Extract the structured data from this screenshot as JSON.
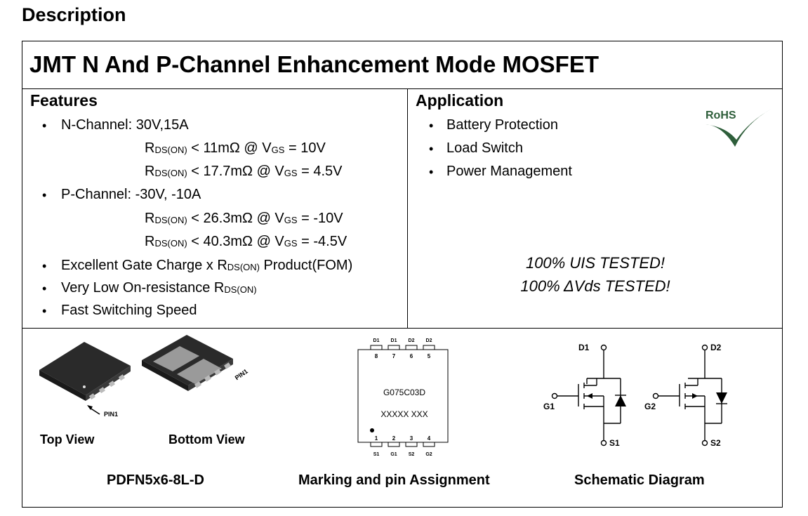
{
  "heading": "Description",
  "title": "JMT N And P-Channel Enhancement Mode MOSFET",
  "features": {
    "title": "Features",
    "n_channel": "N-Channel: 30V,15A",
    "n_r1": "< 11mΩ @ V",
    "n_r1_tail": " = 10V",
    "n_r2": "< 17.7mΩ @ V",
    "n_r2_tail": " = 4.5V",
    "p_channel": "P-Channel: -30V, -10A",
    "p_r1": "< 26.3mΩ @ V",
    "p_r1_tail": " = -10V",
    "p_r2": "< 40.3mΩ @ V",
    "p_r2_tail": " = -4.5V",
    "r_symbol": "R",
    "r_sub": "DS(ON)",
    "vgs_sub": "GS",
    "gate_charge": "Excellent Gate Charge x R",
    "gate_charge_tail": " Product(FOM)",
    "low_res": "Very Low On-resistance R",
    "fast_switch": "Fast Switching Speed"
  },
  "application": {
    "title": "Application",
    "items": [
      "Battery Protection",
      "Load Switch",
      "Power Management"
    ],
    "tested_1": "100% UIS TESTED!",
    "tested_2": "100% ΔVds TESTED!",
    "rohs": "RoHS"
  },
  "package": {
    "top_view": "Top View",
    "bottom_view": "Bottom View",
    "pin1": "PIN1",
    "caption": "PDFN5x6-8L-D"
  },
  "marking": {
    "top_labels": [
      "D1",
      "D1",
      "D2",
      "D2"
    ],
    "top_numbers": [
      "8",
      "7",
      "6",
      "5"
    ],
    "bottom_numbers": [
      "1",
      "2",
      "3",
      "4"
    ],
    "bottom_labels": [
      "S1",
      "G1",
      "S2",
      "G2"
    ],
    "part": "G075C03D",
    "code": "XXXXX XXX",
    "caption": "Marking and pin Assignment"
  },
  "schematic": {
    "d1": "D1",
    "g1": "G1",
    "s1": "S1",
    "d2": "D2",
    "g2": "G2",
    "s2": "S2",
    "caption": "Schematic Diagram"
  },
  "colors": {
    "rohs_green": "#2e5e3a",
    "package_dark": "#2a2a2a"
  }
}
